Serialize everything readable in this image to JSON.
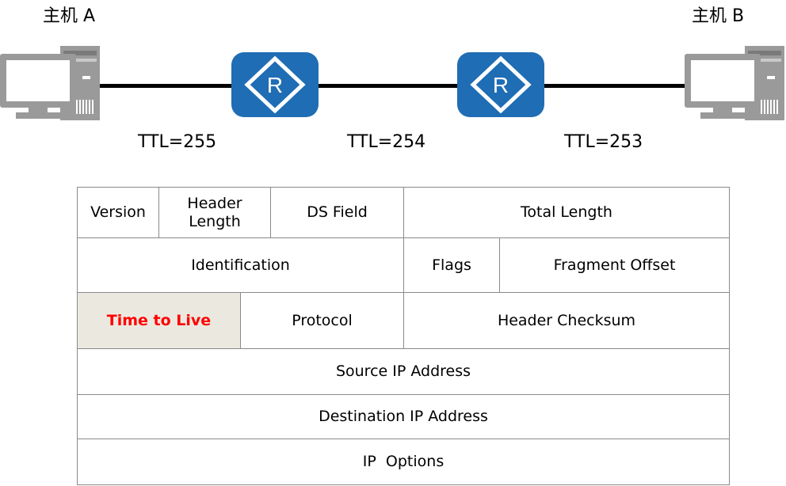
{
  "hosts": {
    "a_label": "主机 A",
    "b_label": "主机 B"
  },
  "routers": {
    "glyph": "R",
    "color": "#1f6db4"
  },
  "ttl_labels": [
    "TTL=255",
    "TTL=254",
    "TTL=253"
  ],
  "ip_header": {
    "row1": {
      "version": "Version",
      "header_length": "Header Length",
      "ds_field": "DS Field",
      "total_length": "Total Length"
    },
    "row2": {
      "identification": "Identification",
      "flags": "Flags",
      "fragment_offset": "Fragment Offset"
    },
    "row3": {
      "time_to_live": "Time to Live",
      "protocol": "Protocol",
      "header_checksum": "Header Checksum"
    },
    "source_ip": "Source IP Address",
    "destination_ip": "Destination IP Address",
    "ip_options": "IP  Options",
    "highlight_color": "#ff0000",
    "highlight_background": "#ebe9df"
  }
}
